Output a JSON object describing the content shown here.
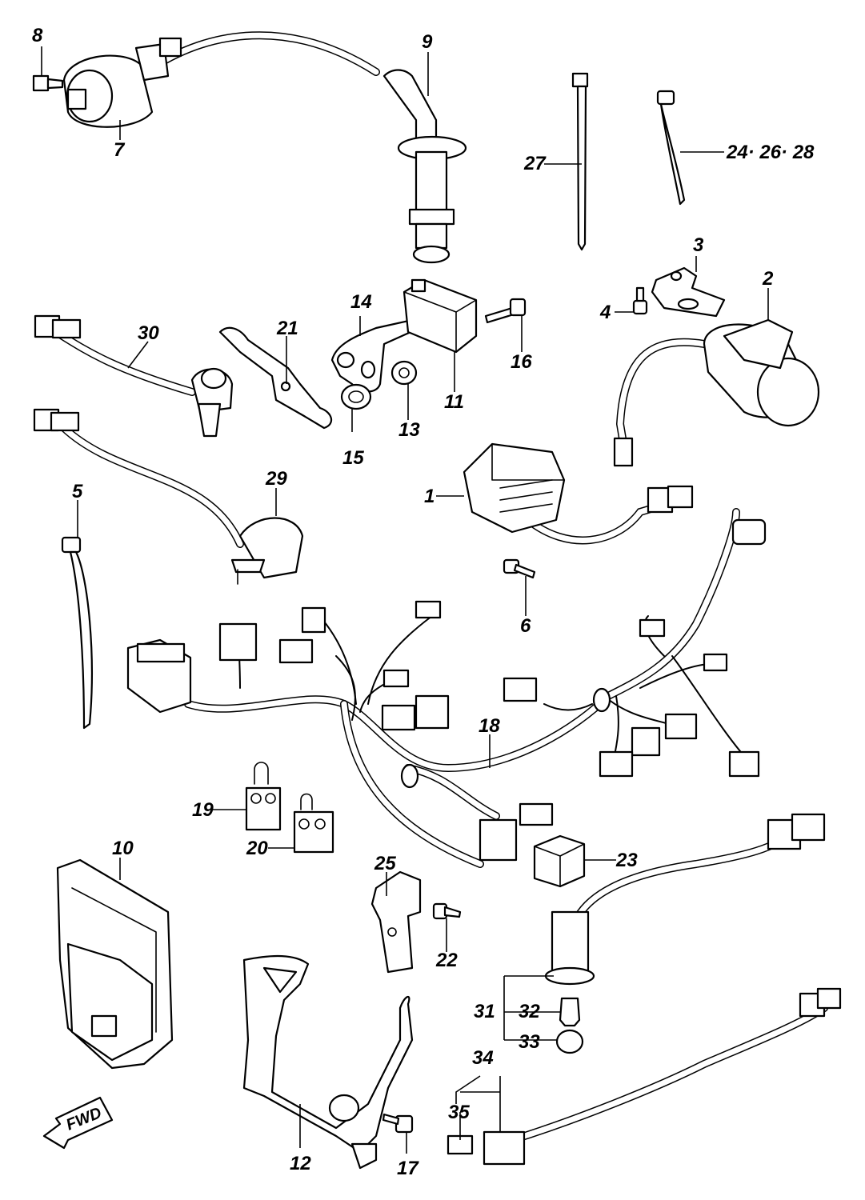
{
  "callouts": {
    "c1": "1",
    "c2": "2",
    "c3": "3",
    "c4": "4",
    "c5": "5",
    "c6": "6",
    "c7": "7",
    "c8": "8",
    "c9": "9",
    "c10": "10",
    "c11": "11",
    "c12": "12",
    "c13": "13",
    "c14": "14",
    "c15": "15",
    "c16": "16",
    "c17": "17",
    "c18": "18",
    "c19": "19",
    "c20": "20",
    "c21": "21",
    "c22": "22",
    "c23": "23",
    "c24": "24· 26· 28",
    "c25": "25",
    "c27": "27",
    "c29": "29",
    "c30": "30",
    "c31": "31",
    "c32": "32",
    "c33": "33",
    "c34": "34",
    "c35": "35"
  },
  "fwd_label": "FWD"
}
